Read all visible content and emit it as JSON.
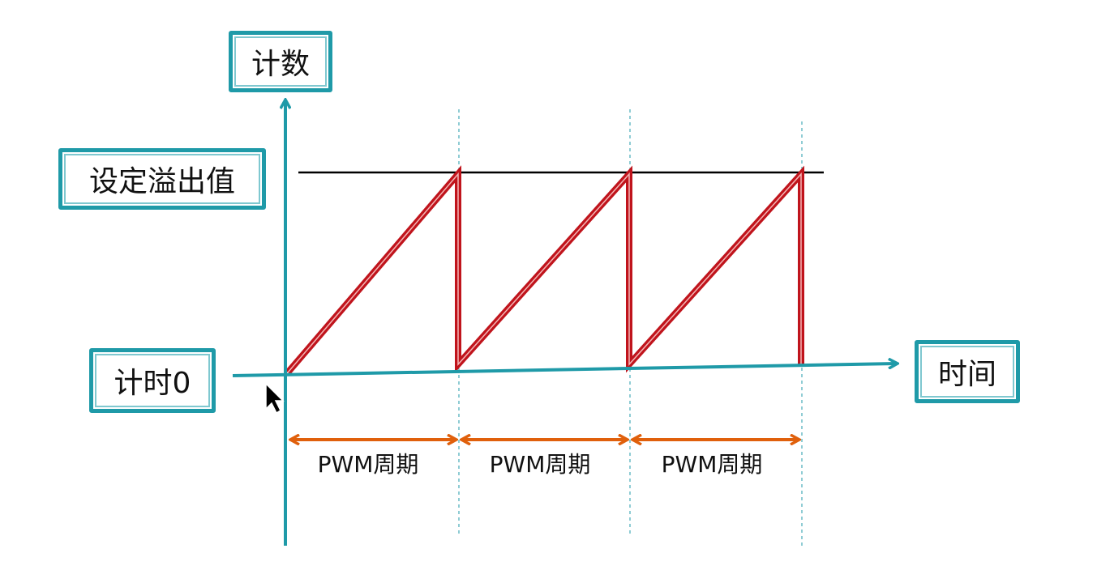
{
  "labels": {
    "y_axis": "计数",
    "overflow": "设定溢出值",
    "zero": "计时0",
    "x_axis": "时间",
    "period": "PWM周期"
  },
  "colors": {
    "axis": "#1f9aa8",
    "sawtooth": "#c0141c",
    "overflow_line": "#000000",
    "period_arrow": "#e0600c",
    "guide": "#1f9aa8"
  },
  "icons": [
    "mouse-cursor-icon"
  ]
}
